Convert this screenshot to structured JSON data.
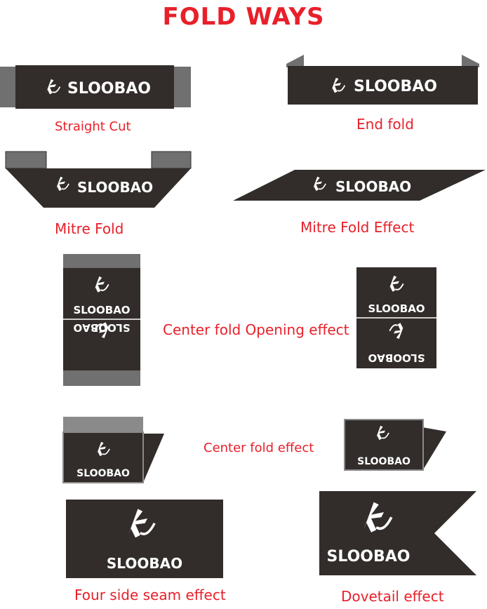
{
  "title": "FOLD WAYS",
  "brand": "SLOOBAO",
  "logo_icon": "dragon-logo-icon",
  "colors": {
    "title_red": "#e8202a",
    "label_dark": "#322d2b",
    "fold_grey": "#707070",
    "fold_grey_light": "#8a8a8a"
  },
  "captions": {
    "straight_cut": "Straight Cut",
    "end_fold": "End fold",
    "mitre_fold": "Mitre Fold",
    "mitre_fold_effect": "Mitre Fold Effect",
    "center_fold_opening": "Center fold Opening effect",
    "center_fold": "Center fold  effect",
    "four_side_seam": "Four side seam effect",
    "dovetail": "Dovetail effect"
  }
}
